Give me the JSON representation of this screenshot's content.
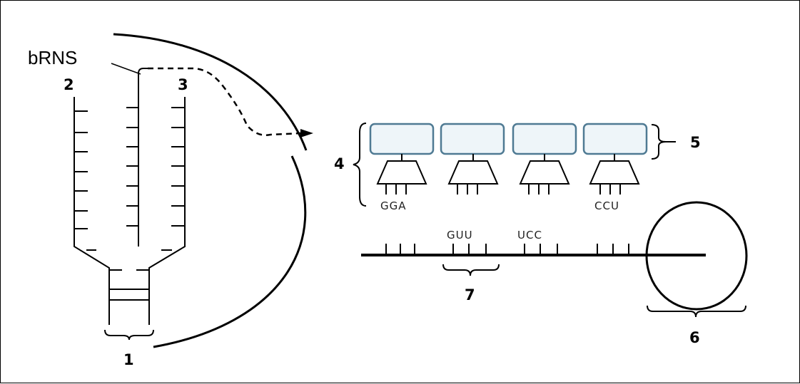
{
  "labels": {
    "brns": "bRNS",
    "n1": "1",
    "n2": "2",
    "n3": "3",
    "n4": "4",
    "n5": "5",
    "n6": "6",
    "n7": "7"
  },
  "anticodons": [
    "GGA",
    "CCU"
  ],
  "codons": [
    "GUU",
    "UCC"
  ]
}
